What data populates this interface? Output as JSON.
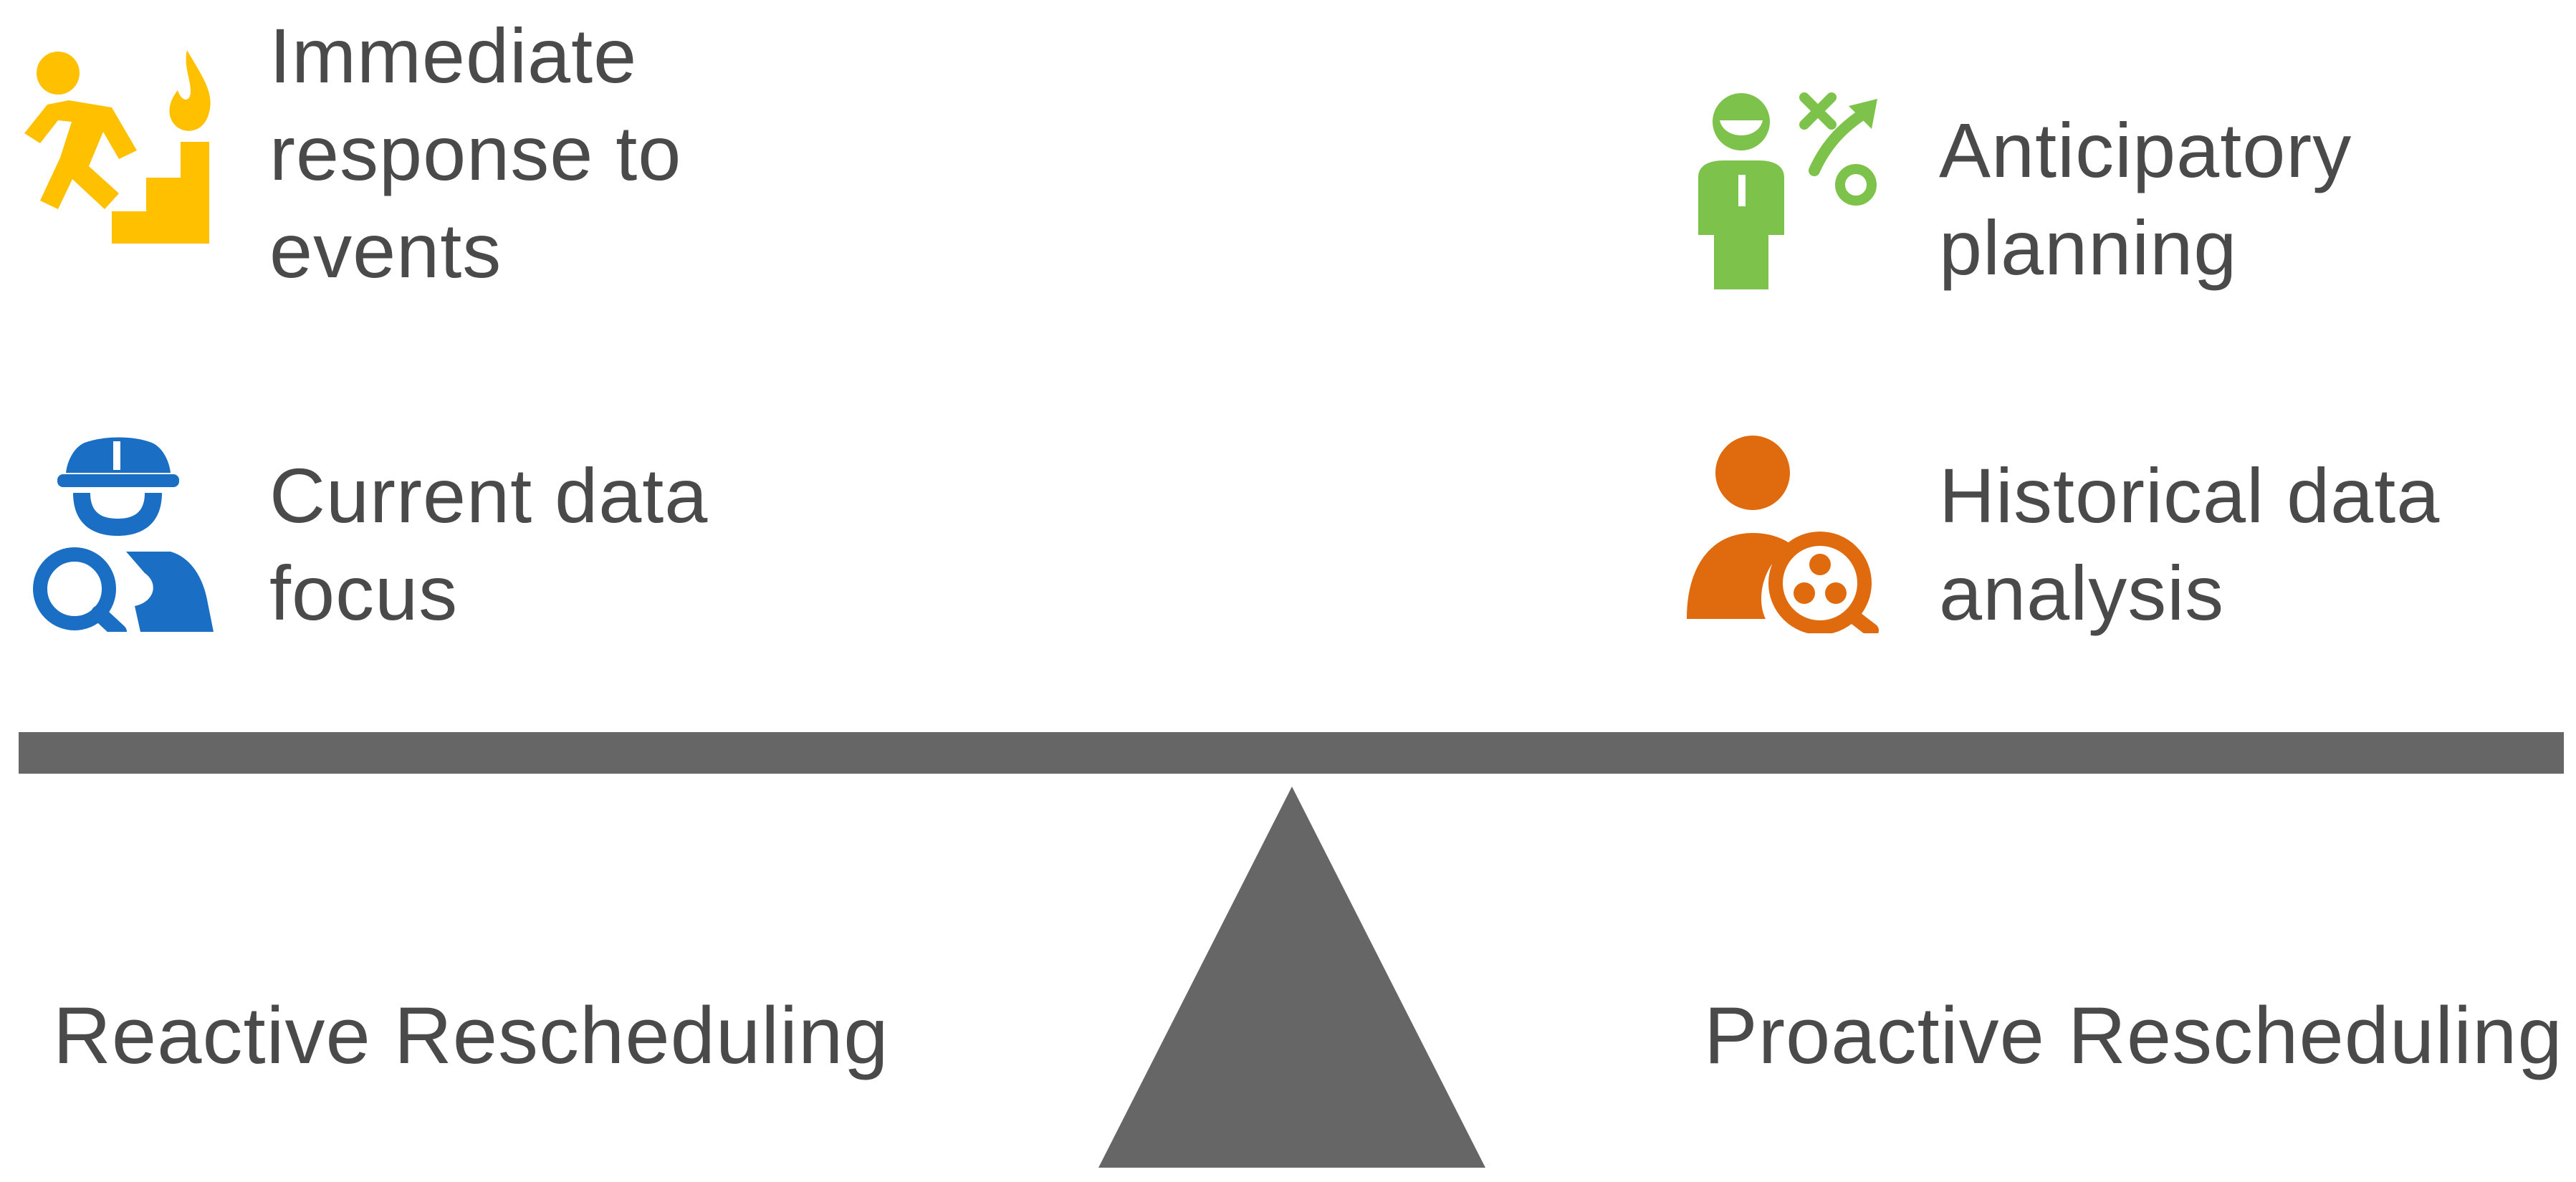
{
  "left": {
    "label": "Reactive Rescheduling",
    "features": [
      {
        "icon": "running-on-stairs-with-fire-icon",
        "text": "Immediate\nresponse to\nevents",
        "color": "#FFC000"
      },
      {
        "icon": "detective-with-magnifier-icon",
        "text": "Current data\nfocus",
        "color": "#1A6FC4"
      }
    ]
  },
  "right": {
    "label": "Proactive Rescheduling",
    "features": [
      {
        "icon": "strategist-planning-icon",
        "text": "Anticipatory\nplanning",
        "color": "#7DC24B"
      },
      {
        "icon": "person-data-analysis-icon",
        "text": "Historical data\nanalysis",
        "color": "#E06A0E"
      }
    ]
  },
  "colors": {
    "beam": "#666666",
    "fulcrum": "#666666",
    "text": "#4A4A4A"
  }
}
